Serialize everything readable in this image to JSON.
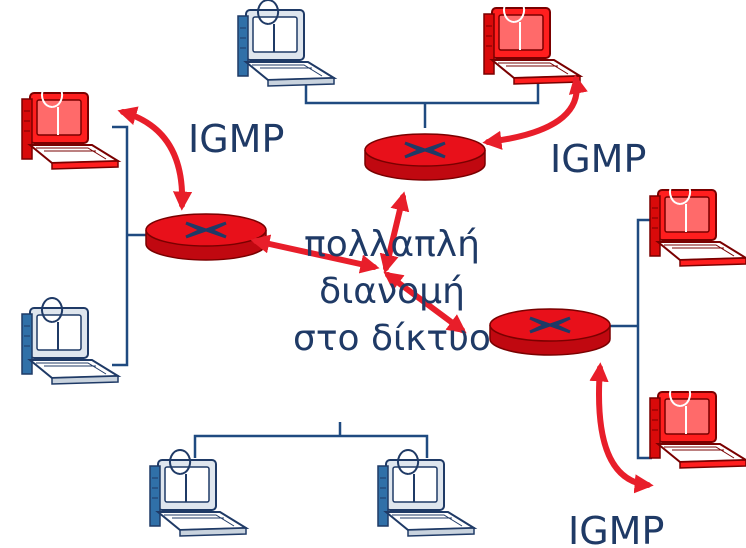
{
  "labels": {
    "igmp_top_left": "IGMP",
    "igmp_top_right": "IGMP",
    "igmp_bottom_right": "IGMP",
    "center_line1": "πολλαπλή",
    "center_line2": "διανομή",
    "center_line3": "στο δίκτυο"
  },
  "colors": {
    "router_fill": "#e8101a",
    "host_member": "#ff1e1e",
    "host_plain": "#3070a8",
    "arrow": "#e81e2a",
    "link": "#1f4a80",
    "text": "#1f3a66"
  },
  "icons": {
    "router": "router-icon",
    "host_member": "computer-member-icon",
    "host_plain": "computer-icon"
  }
}
